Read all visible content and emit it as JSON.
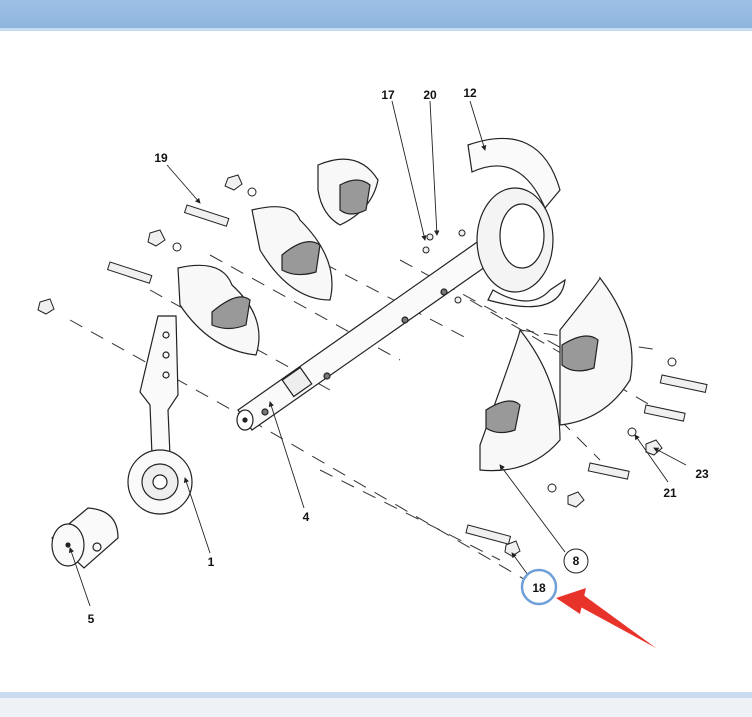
{
  "callouts": [
    {
      "id": "c17",
      "text": "17"
    },
    {
      "id": "c20",
      "text": "20"
    },
    {
      "id": "c12",
      "text": "12"
    },
    {
      "id": "c19",
      "text": "19"
    },
    {
      "id": "c4",
      "text": "4"
    },
    {
      "id": "c1",
      "text": "1"
    },
    {
      "id": "c5",
      "text": "5"
    },
    {
      "id": "c8",
      "text": "8"
    },
    {
      "id": "c18",
      "text": "18"
    },
    {
      "id": "c21",
      "text": "21"
    },
    {
      "id": "c23",
      "text": "23"
    }
  ],
  "highlight": {
    "part": "18",
    "ring_color": "#6f9fd8",
    "arrow_color": "#e8332a"
  },
  "colors": {
    "header": "#93b8e0",
    "footer": "#c9dcf0"
  }
}
